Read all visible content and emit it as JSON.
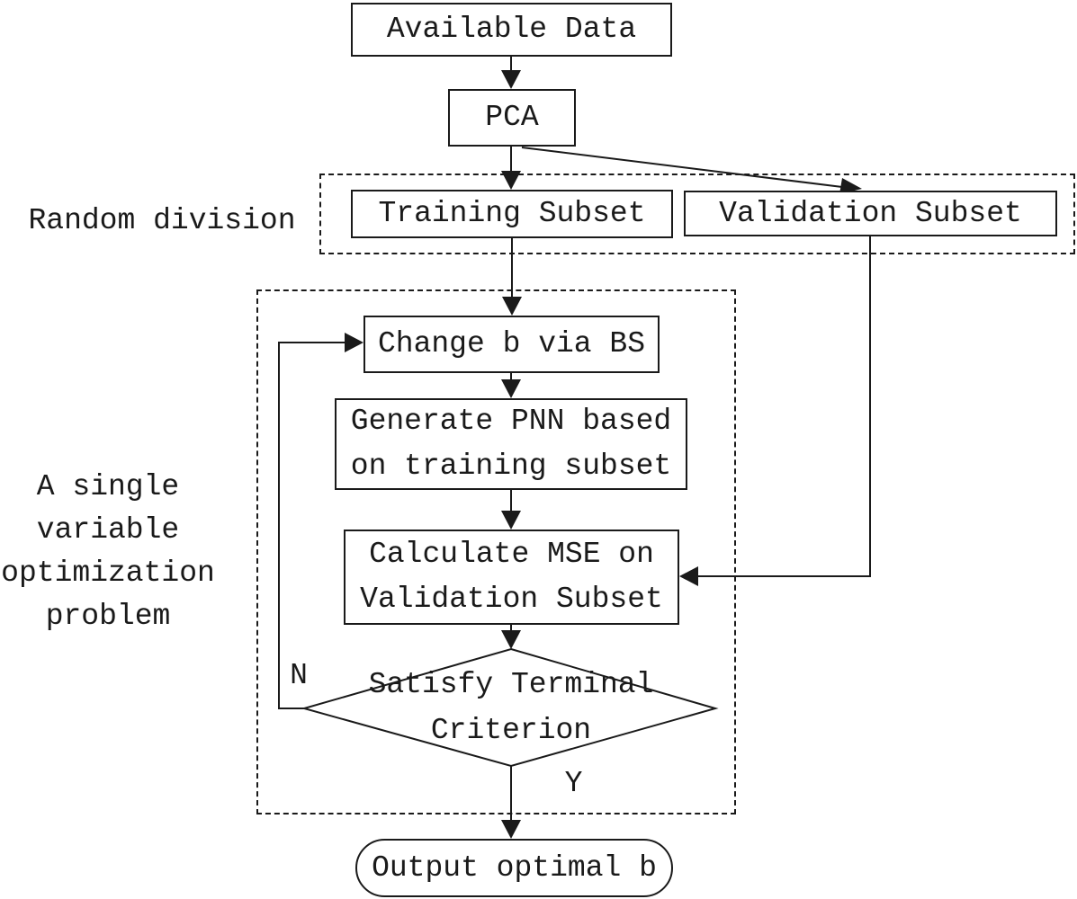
{
  "diagram": {
    "title": "PNN optimization flowchart",
    "colors": {
      "stroke": "#1a1a1a",
      "background": "#ffffff"
    },
    "nodes": {
      "available_data": {
        "label": "Available Data"
      },
      "pca": {
        "label": "PCA"
      },
      "training_subset": {
        "label": "Training Subset"
      },
      "validation_subset": {
        "label": "Validation Subset"
      },
      "change_b": {
        "label": "Change b via BS"
      },
      "generate_pnn": {
        "line1": "Generate PNN based",
        "line2": "on training subset"
      },
      "calculate_mse": {
        "line1": "Calculate MSE on",
        "line2": "Validation Subset"
      },
      "terminal_criterion": {
        "line1": "Satisfy Terminal",
        "line2": "Criterion"
      },
      "output": {
        "label": "Output optimal b"
      }
    },
    "labels": {
      "random_division": "Random division",
      "optimization_line1": "A single",
      "optimization_line2": "variable",
      "optimization_line3": "optimization",
      "optimization_line4": "problem",
      "branch_no": "N",
      "branch_yes": "Y"
    }
  }
}
